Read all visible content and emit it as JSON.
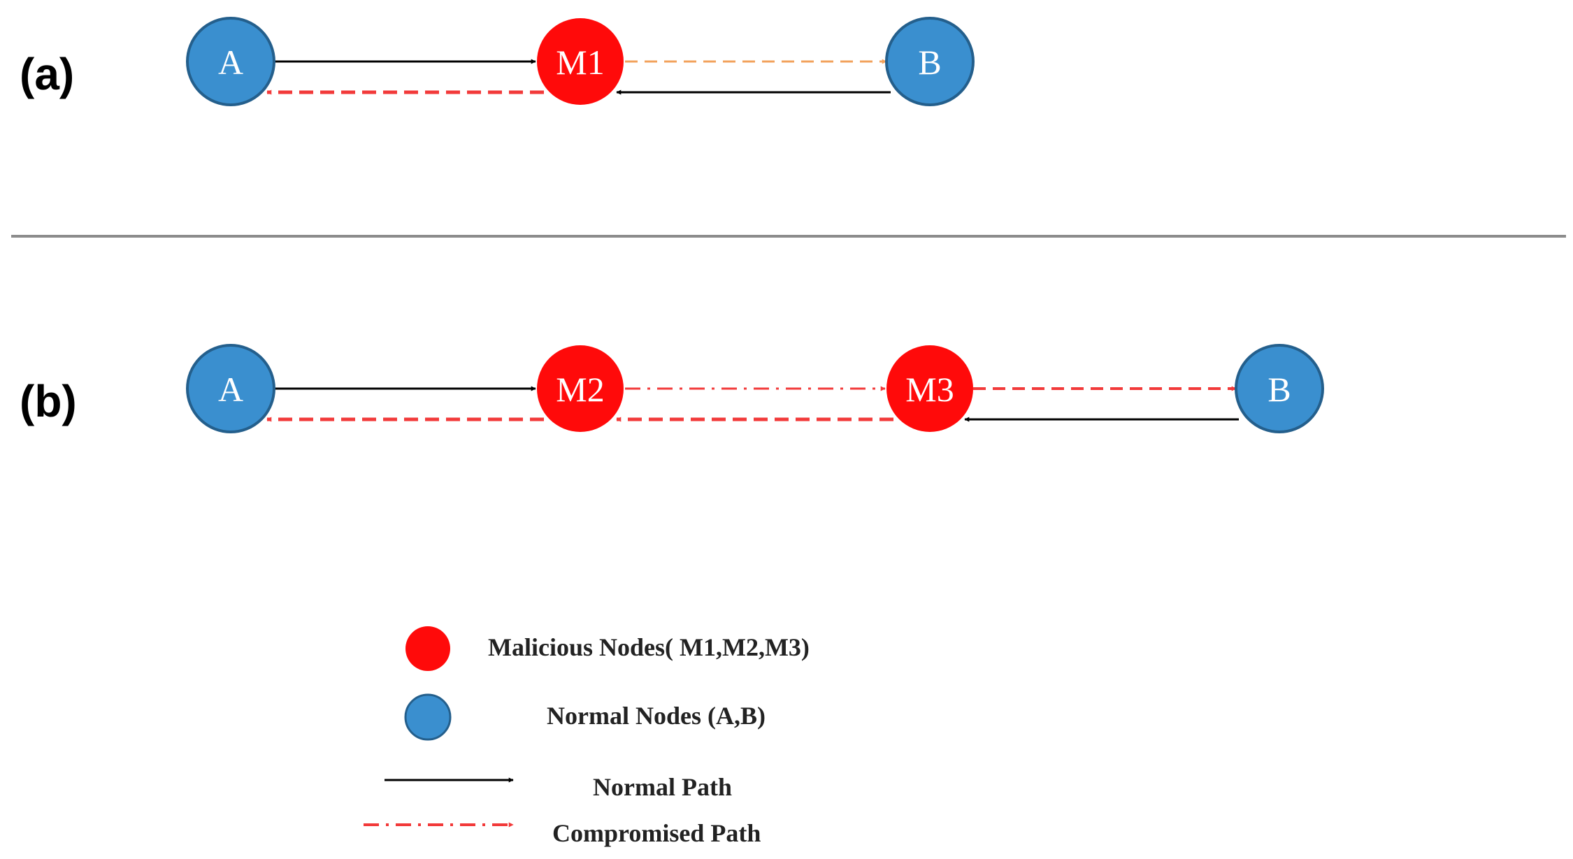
{
  "panels": {
    "a": {
      "label": "(a)",
      "nodes": {
        "A": "A",
        "M1": "M1",
        "B": "B"
      }
    },
    "b": {
      "label": "(b)",
      "nodes": {
        "A": "A",
        "M2": "M2",
        "M3": "M3",
        "B": "B"
      }
    }
  },
  "legend": {
    "malicious": "Malicious Nodes( M1,M2,M3)",
    "normal": "Normal Nodes (A,B)",
    "normal_path": "Normal Path",
    "compromised_path": "Compromised Path"
  },
  "colors": {
    "normal_node": "#3a8fcf",
    "normal_node_stroke": "#245f8c",
    "malicious_node": "#ff0a0a",
    "normal_path": "#000000",
    "compromised_path": "#f23a3a",
    "orange_path": "#f2a25c",
    "divider": "#8c8c8c"
  }
}
